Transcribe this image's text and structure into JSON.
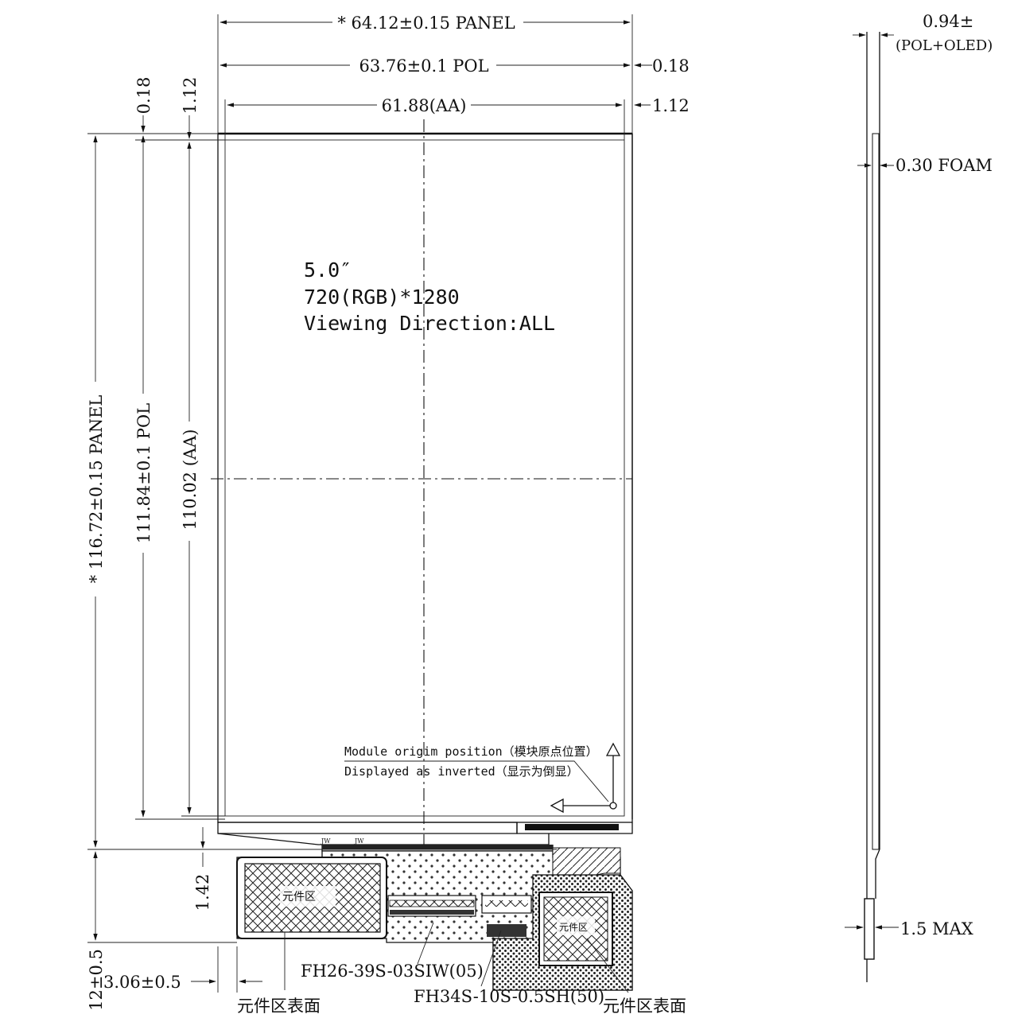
{
  "dimensions": {
    "panel_width": "* 64.12±0.15 PANEL",
    "pol_width": "63.76±0.1 POL",
    "aa_width": "61.88(AA)",
    "right_gap_pol": "0.18",
    "right_gap_aa": "1.12",
    "top_gap_pol": "0.18",
    "top_gap_aa": "1.12",
    "panel_height": "* 116.72±0.15 PANEL",
    "pol_height": "111.84±0.1 POL",
    "aa_height": "110.02 (AA)",
    "bottom_offset": "1.42",
    "fpc_offset_v": "12±0.5",
    "fpc_offset_h": "3.06±0.5"
  },
  "side_view": {
    "thickness": "0.94±",
    "thickness_note": "(POL+OLED)",
    "foam": "0.30 FOAM",
    "stiffener": "1.5 MAX"
  },
  "display_info": {
    "size": "5.0″",
    "resolution": "720(RGB)*1280",
    "viewing": "Viewing Direction:ALL"
  },
  "notes": {
    "origin_line1": "Module origim position（模块原点位置）",
    "origin_line2": "Displayed as inverted（显示为倒显）"
  },
  "connectors": {
    "main": "FH26-39S-03SIW(05)",
    "secondary": "FH34S-10S-0.5SH(50)"
  },
  "labels": {
    "component_surface_left": "元件区表面",
    "component_surface_right": "元件区表面",
    "component_area_left": "元件区",
    "component_area_right": "元件区"
  }
}
